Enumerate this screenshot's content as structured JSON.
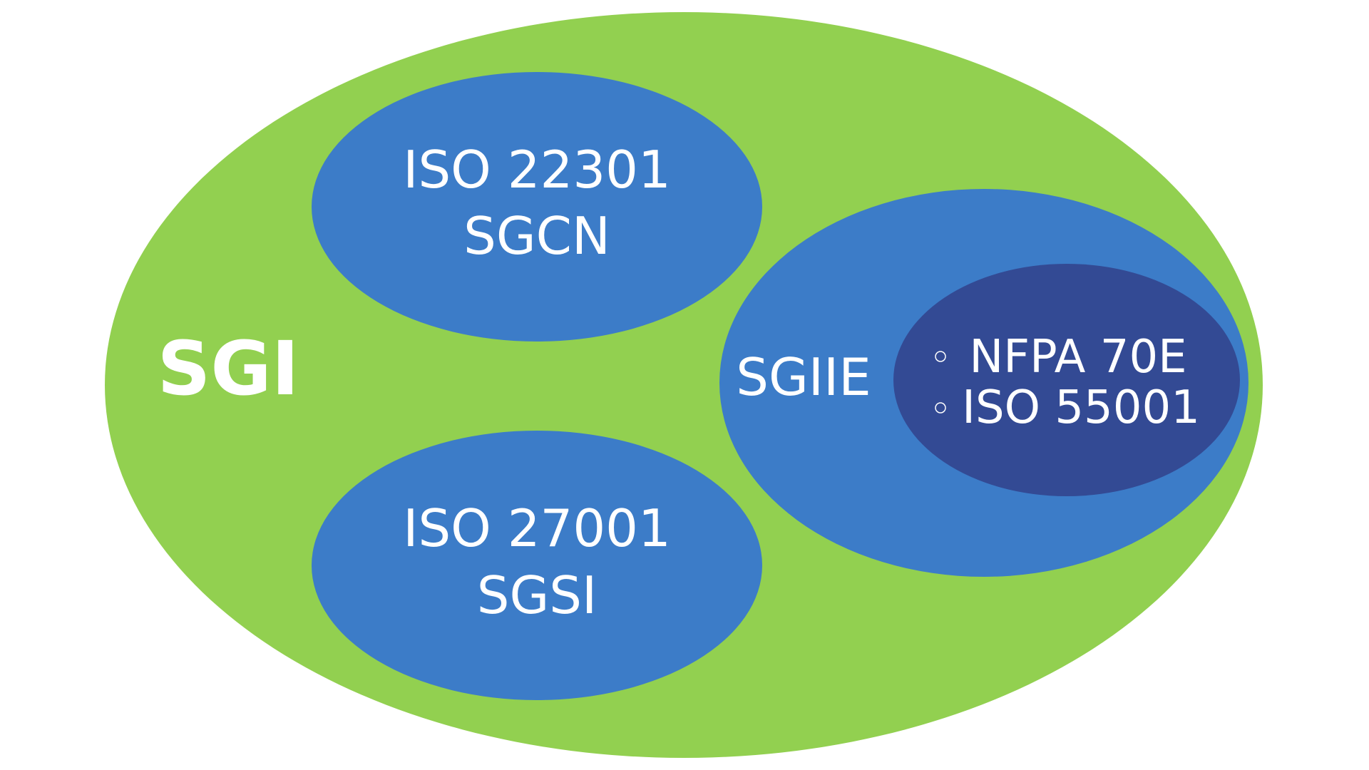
{
  "colors": {
    "outer": "#92D050",
    "inner": "#3C7CC8",
    "nested": "#334A94",
    "text": "#FFFFFF"
  },
  "outer": {
    "label": "SGI"
  },
  "top": {
    "line1": "ISO 22301",
    "line2": "SGCN"
  },
  "bottom": {
    "line1": "ISO 27001",
    "line2": "SGSI"
  },
  "right": {
    "label": "SGIIE",
    "items": [
      "NFPA 70E",
      "ISO 55001"
    ]
  }
}
